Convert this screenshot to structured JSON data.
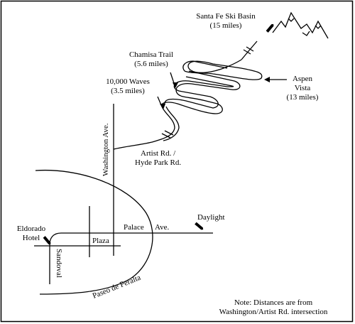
{
  "map": {
    "places": {
      "santa_fe_ski_basin": {
        "name": "Santa Fe Ski Basin",
        "distance": "(15 miles)"
      },
      "chamisa_trail": {
        "name": "Chamisa Trail",
        "distance": "(5.6 miles)"
      },
      "ten_thousand_waves": {
        "name": "10,000 Waves",
        "distance": "(3.5 miles)"
      },
      "aspen_vista": {
        "line1": "Aspen",
        "line2": "Vista",
        "distance": "(13 miles)"
      },
      "eldorado_hotel": {
        "line1": "Eldorado",
        "line2": "Hotel"
      },
      "daylight": {
        "name": "Daylight"
      },
      "plaza": {
        "name": "Plaza"
      }
    },
    "roads": {
      "washington_ave": "Washington Ave.",
      "artist_rd": "Artist Rd. /",
      "hyde_park_rd": "Hyde Park Rd.",
      "palace_ave": "Palace",
      "palace_ave_suffix": "Ave.",
      "sandoval": "Sandoval",
      "paseo_de_peralta": "Paseo de Peralta"
    },
    "note": {
      "line1": "Note: Distances are from",
      "line2": "Washington/Artist Rd. intersection"
    },
    "icons": [
      "ski-icon",
      "ski-icon",
      "ski-icon",
      "mountain-icon"
    ]
  }
}
